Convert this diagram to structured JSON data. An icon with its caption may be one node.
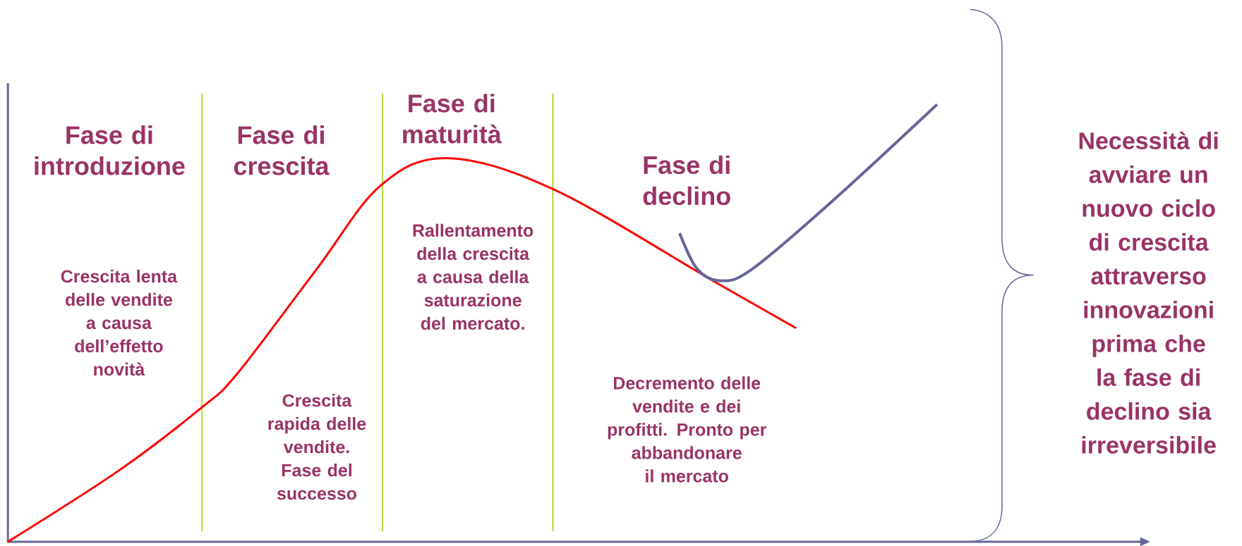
{
  "diagram": {
    "labels": [
      "Fase di introduzione",
      "Fase di crescita",
      "Fase di maturità",
      "Fase di declino",
      "Crescita lenta delle vendite a causa dell’effetto novità",
      "Rallentamento della crescita a causa della saturazione del mercato.",
      "Crescita rapida delle vendite. Fase del successo",
      "Decremento delle vendite e dei profitti. Pronto per abbandonare il mercato",
      "Necessità di avviare un nuovo ciclo di crescita attraverso innovazioni prima che la fase di declino sia irreversibile"
    ]
  }
}
